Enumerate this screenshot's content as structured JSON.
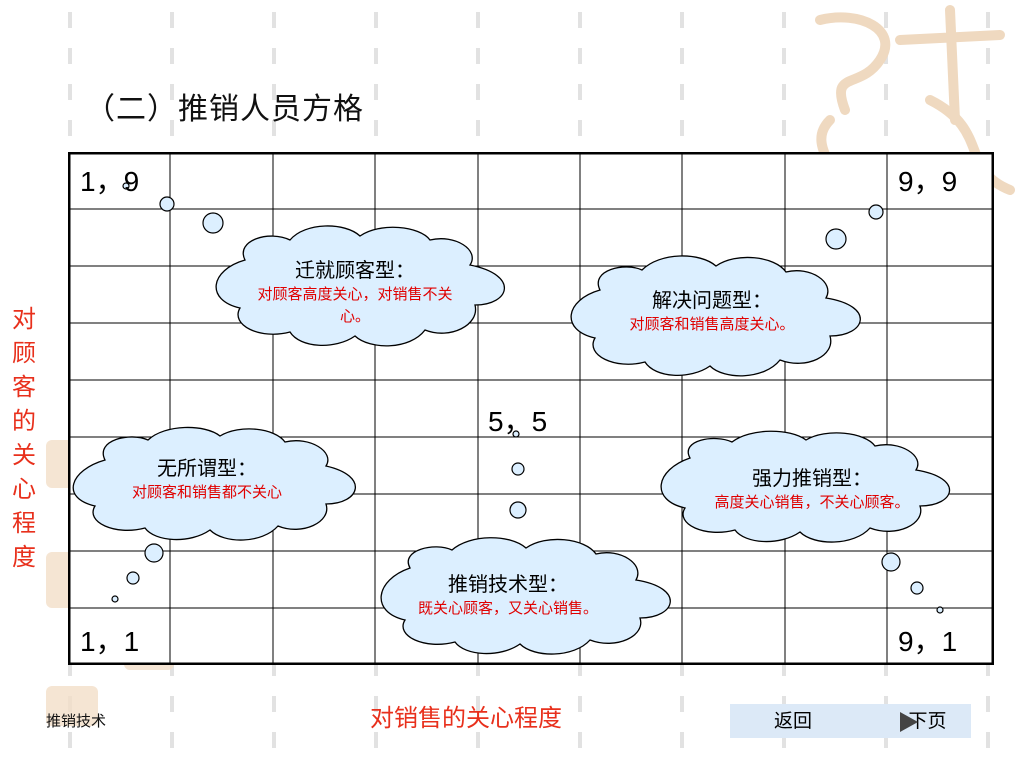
{
  "title": "（二）推销人员方格",
  "y_axis_label": "对顾客的关心程度",
  "x_axis_label": "对销售的关心程度",
  "footer_label": "推销技术",
  "corners": {
    "top_left": "1，9",
    "top_right": "9，9",
    "center": "5，5",
    "bottom_left": "1，1",
    "bottom_right": "9，1"
  },
  "types": [
    {
      "title": "迁就顾客型：",
      "desc": "对顾客高度关心，对销售不关心。"
    },
    {
      "title": "解决问题型：",
      "desc": "对顾客和销售高度关心。"
    },
    {
      "title": "无所谓型：",
      "desc": "对顾客和销售都不关心"
    },
    {
      "title": "强力推销型：",
      "desc": "高度关心销售，不关心顾客。"
    },
    {
      "title": "推销技术型：",
      "desc": "既关心顾客，又关心销售。"
    }
  ],
  "nav": {
    "back": "返回",
    "next": "下页"
  },
  "colors": {
    "accent": "#e8301c",
    "cloud_fill": "#dcefff",
    "desc_red": "#e00000"
  },
  "icons": [
    "bubble-icon",
    "play-icon"
  ]
}
